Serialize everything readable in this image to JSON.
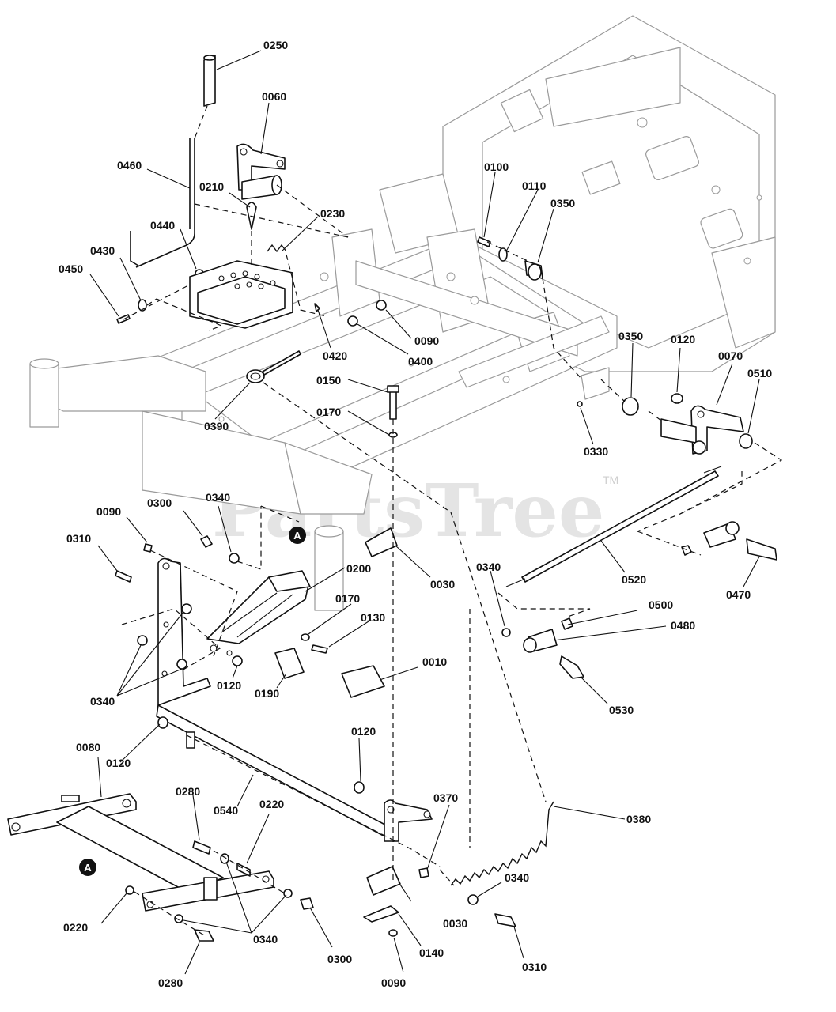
{
  "watermark": {
    "text": "PartsTree",
    "tm": "TM"
  },
  "callouts": {
    "a_top": "A",
    "a_bottom": "A"
  },
  "labels": {
    "l0250": "0250",
    "l0060": "0060",
    "l0460": "0460",
    "l0210": "0210",
    "l0230": "0230",
    "l0440": "0440",
    "l0430": "0430",
    "l0450": "0450",
    "l0100": "0100",
    "l0110": "0110",
    "l0350a": "0350",
    "l0420": "0420",
    "l0090a": "0090",
    "l0400": "0400",
    "l0150": "0150",
    "l0170a": "0170",
    "l0390": "0390",
    "l0350b": "0350",
    "l0120a": "0120",
    "l0070": "0070",
    "l0510": "0510",
    "l0330": "0330",
    "l0090b": "0090",
    "l0300a": "0300",
    "l0340a": "0340",
    "l0310a": "0310",
    "l0200": "0200",
    "l0030a": "0030",
    "l0170b": "0170",
    "l0130": "0130",
    "l0340b": "0340",
    "l0120b": "0120",
    "l0190": "0190",
    "l0010": "0010",
    "l0520": "0520",
    "l0340c": "0340",
    "l0500": "0500",
    "l0480": "0480",
    "l0470": "0470",
    "l0530": "0530",
    "l0120c": "0120",
    "l0120d": "0120",
    "l0080": "0080",
    "l0280a": "0280",
    "l0540": "0540",
    "l0220a": "0220",
    "l0370": "0370",
    "l0380": "0380",
    "l0340d": "0340",
    "l0030b": "0030",
    "l0220b": "0220",
    "l0340e": "0340",
    "l0300b": "0300",
    "l0140": "0140",
    "l0310b": "0310",
    "l0280b": "0280",
    "l0090c": "0090"
  }
}
